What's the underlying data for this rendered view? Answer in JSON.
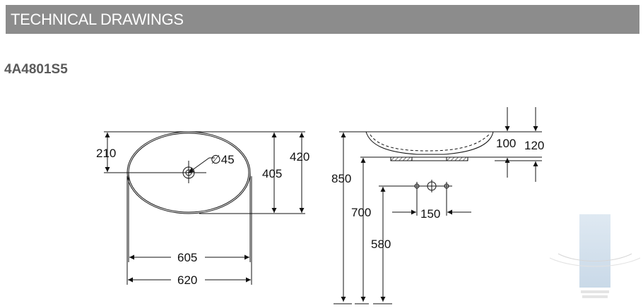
{
  "header": {
    "title": "TECHNICAL DRAWINGS"
  },
  "product": {
    "code": "4A4801S5"
  },
  "top_view": {
    "dim_210": "210",
    "dim_420": "420",
    "dim_405": "405",
    "dim_605": "605",
    "dim_620": "620",
    "drain_diameter": "∅45"
  },
  "side_view": {
    "dim_850": "850",
    "dim_700": "700",
    "dim_580": "580",
    "dim_100": "100",
    "dim_120": "120",
    "dim_150": "150"
  },
  "colors": {
    "header_bg": "#8c8c8c",
    "header_text": "#ffffff",
    "code_text": "#5a5a5a",
    "line": "#111111"
  }
}
